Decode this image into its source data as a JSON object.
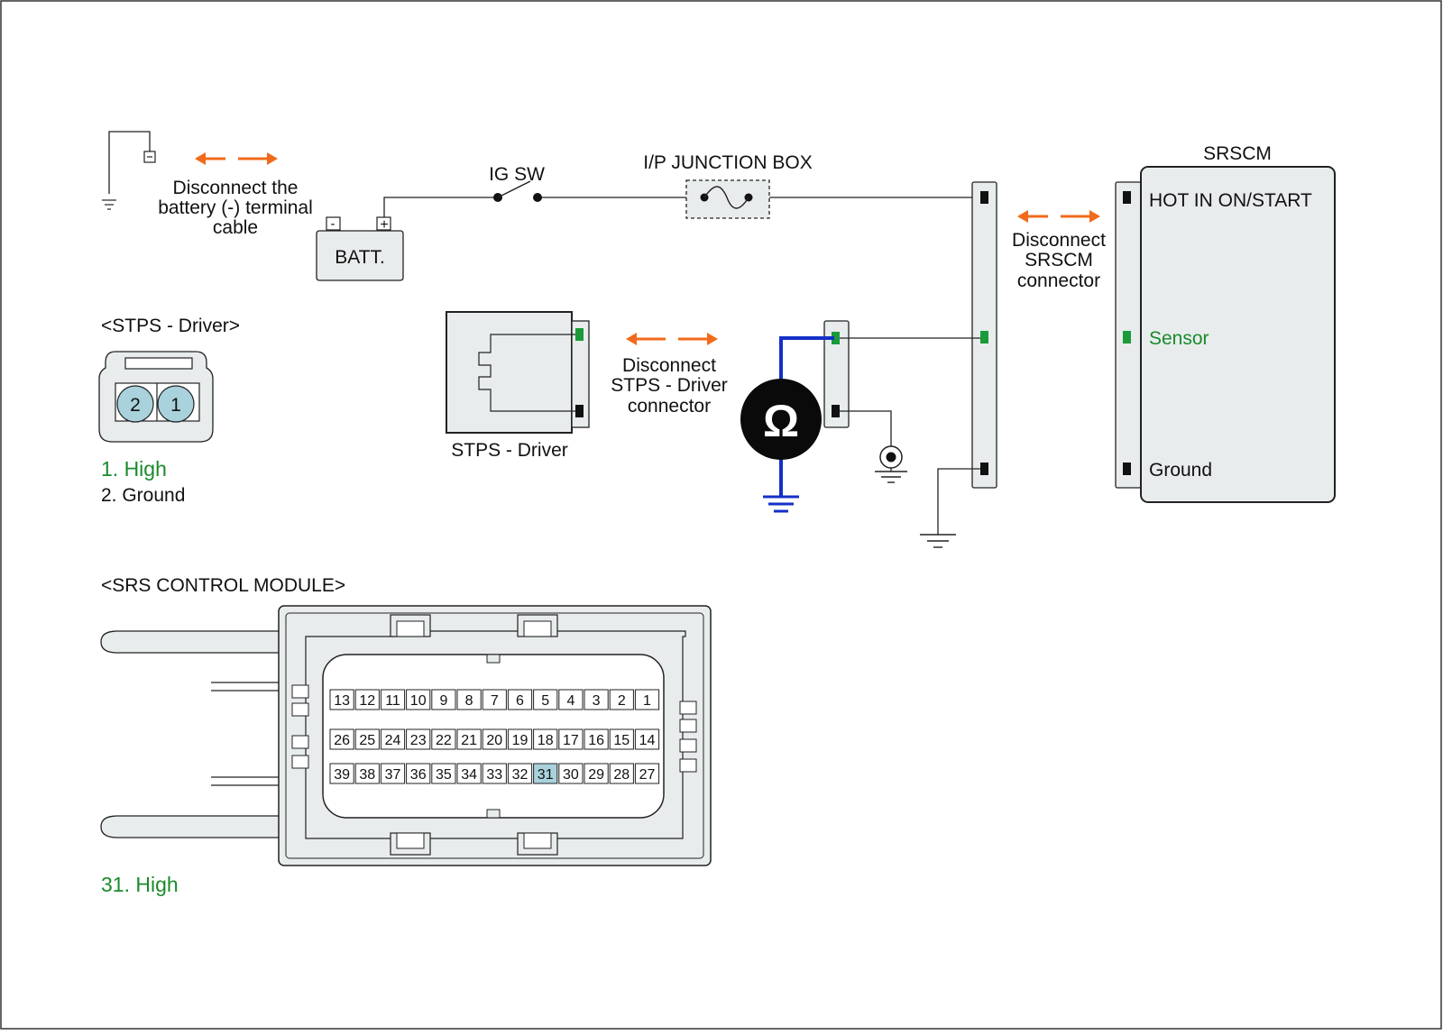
{
  "labels": {
    "battery_disconnect": [
      "Disconnect the",
      "battery (-) terminal",
      "cable"
    ],
    "ig_sw": "IG SW",
    "junction_box": "I/P JUNCTION BOX",
    "batt": "BATT.",
    "batt_neg": "-",
    "batt_pos": "+",
    "srscm": "SRSCM",
    "srscm_disconnect": [
      "Disconnect",
      "SRSCM",
      "connector"
    ],
    "stps_disconnect": [
      "Disconnect",
      "STPS - Driver",
      "connector"
    ],
    "stps_driver": "STPS - Driver",
    "ohm_symbol": "Ω"
  },
  "srscm_pins": {
    "hot": "HOT IN ON/START",
    "sensor": "Sensor",
    "ground": "Ground"
  },
  "stps_connector": {
    "title": "<STPS - Driver>",
    "pins": [
      "2",
      "1"
    ],
    "legend": [
      "1. High",
      "2. Ground"
    ]
  },
  "srs_module": {
    "title": "<SRS CONTROL MODULE>",
    "rows": [
      [
        "13",
        "12",
        "11",
        "10",
        "9",
        "8",
        "7",
        "6",
        "5",
        "4",
        "3",
        "2",
        "1"
      ],
      [
        "26",
        "25",
        "24",
        "23",
        "22",
        "21",
        "20",
        "19",
        "18",
        "17",
        "16",
        "15",
        "14"
      ],
      [
        "39",
        "38",
        "37",
        "36",
        "35",
        "34",
        "33",
        "32",
        "31",
        "30",
        "29",
        "28",
        "27"
      ]
    ],
    "highlight": "31",
    "legend": "31. High"
  },
  "colors": {
    "highlight_text": "#1b8a2b",
    "arrow": "#f26a1b",
    "meter_lead": "#1530c8",
    "pin_highlight": "#a9d2dc",
    "component_fill": "#e8eced",
    "pin_green": "#1a9a3a"
  }
}
